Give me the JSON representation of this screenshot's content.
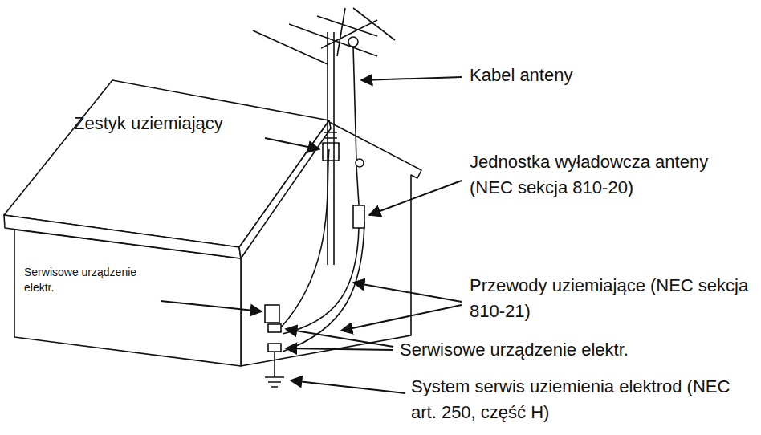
{
  "diagram": {
    "labels": [
      "Kabel anteny",
      "Zestyk uziemiający",
      "Jednostka wyładowcza anteny (NEC sekcja 810-20)",
      "Serwisowe urządzenie elektr.",
      "Przewody uziemiające (NEC sekcja 810-21)",
      "Serwisowe urządzenie elektr.",
      "System serwis uziemienia elektrod (NEC art. 250, część H)"
    ]
  }
}
